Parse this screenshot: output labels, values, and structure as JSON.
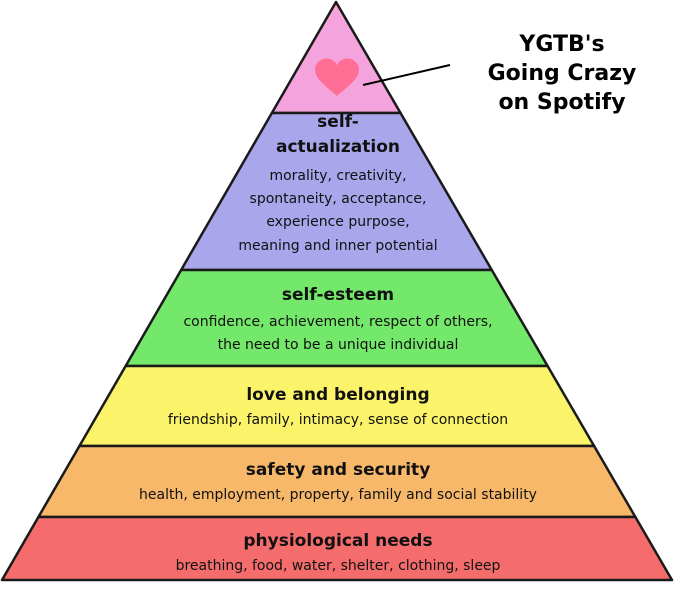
{
  "pyramid": {
    "levels": [
      {
        "id": "top",
        "title_lines": [],
        "desc_lines": [],
        "color": "#f5a3dc",
        "icon": "heart-icon",
        "icon_color": "#ff6f95"
      },
      {
        "id": "self-actualization",
        "title_lines": [
          "self-",
          "actualization"
        ],
        "desc_lines": [
          "morality, creativity,",
          "spontaneity, acceptance,",
          "experience purpose,",
          "meaning and inner potential"
        ],
        "color": "#a9a6ec"
      },
      {
        "id": "self-esteem",
        "title_lines": [
          "self-esteem"
        ],
        "desc_lines": [
          "confidence, achievement, respect of others,",
          "the need to be a unique individual"
        ],
        "color": "#74e86a"
      },
      {
        "id": "love-and-belonging",
        "title_lines": [
          "love and belonging"
        ],
        "desc_lines": [
          "friendship, family, intimacy, sense of connection"
        ],
        "color": "#fbf46a"
      },
      {
        "id": "safety-and-security",
        "title_lines": [
          "safety and security"
        ],
        "desc_lines": [
          "health, employment, property, family and social stability"
        ],
        "color": "#f8b86a"
      },
      {
        "id": "physiological-needs",
        "title_lines": [
          "physiological needs"
        ],
        "desc_lines": [
          "breathing, food, water, shelter, clothing, sleep"
        ],
        "color": "#f46c6c"
      }
    ]
  },
  "annotation": {
    "lines": [
      "YGTB's",
      "Going Crazy",
      "on Spotify"
    ]
  }
}
